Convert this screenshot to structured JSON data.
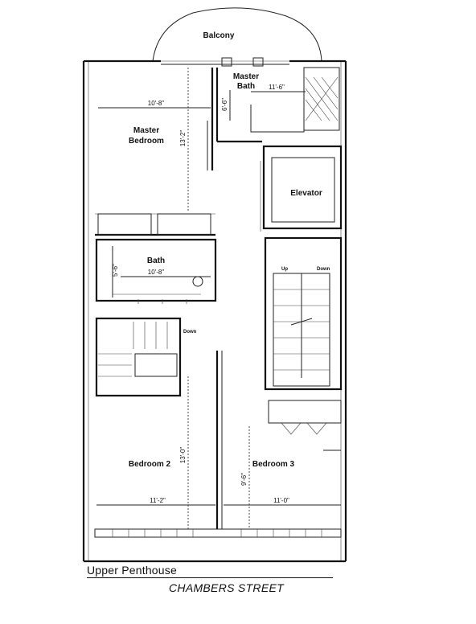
{
  "plan": {
    "title": "Upper Penthouse",
    "street": "CHAMBERS STREET",
    "rooms": {
      "balcony": "Balcony",
      "master_bath_1": "Master",
      "master_bath_2": "Bath",
      "master_bedroom_1": "Master",
      "master_bedroom_2": "Bedroom",
      "elevator": "Elevator",
      "bath": "Bath",
      "bedroom_2": "Bedroom 2",
      "bedroom_3": "Bedroom 3"
    },
    "dimensions": {
      "master_bedroom_width": "10'-8\"",
      "master_bedroom_depth": "13'-2\"",
      "master_bath_width": "11'-6\"",
      "master_bath_depth": "6'-6\"",
      "bath_width": "10'-8\"",
      "bath_depth": "5'-6\"",
      "bedroom_2_width": "11'-2\"",
      "bedroom_2_depth": "13'-0\"",
      "bedroom_3_width": "11'-0\"",
      "bedroom_3_depth": "9'-6\""
    },
    "annotations": {
      "stair_up": "Up",
      "stair_down": "Down",
      "stair_down_left": "Down"
    }
  }
}
